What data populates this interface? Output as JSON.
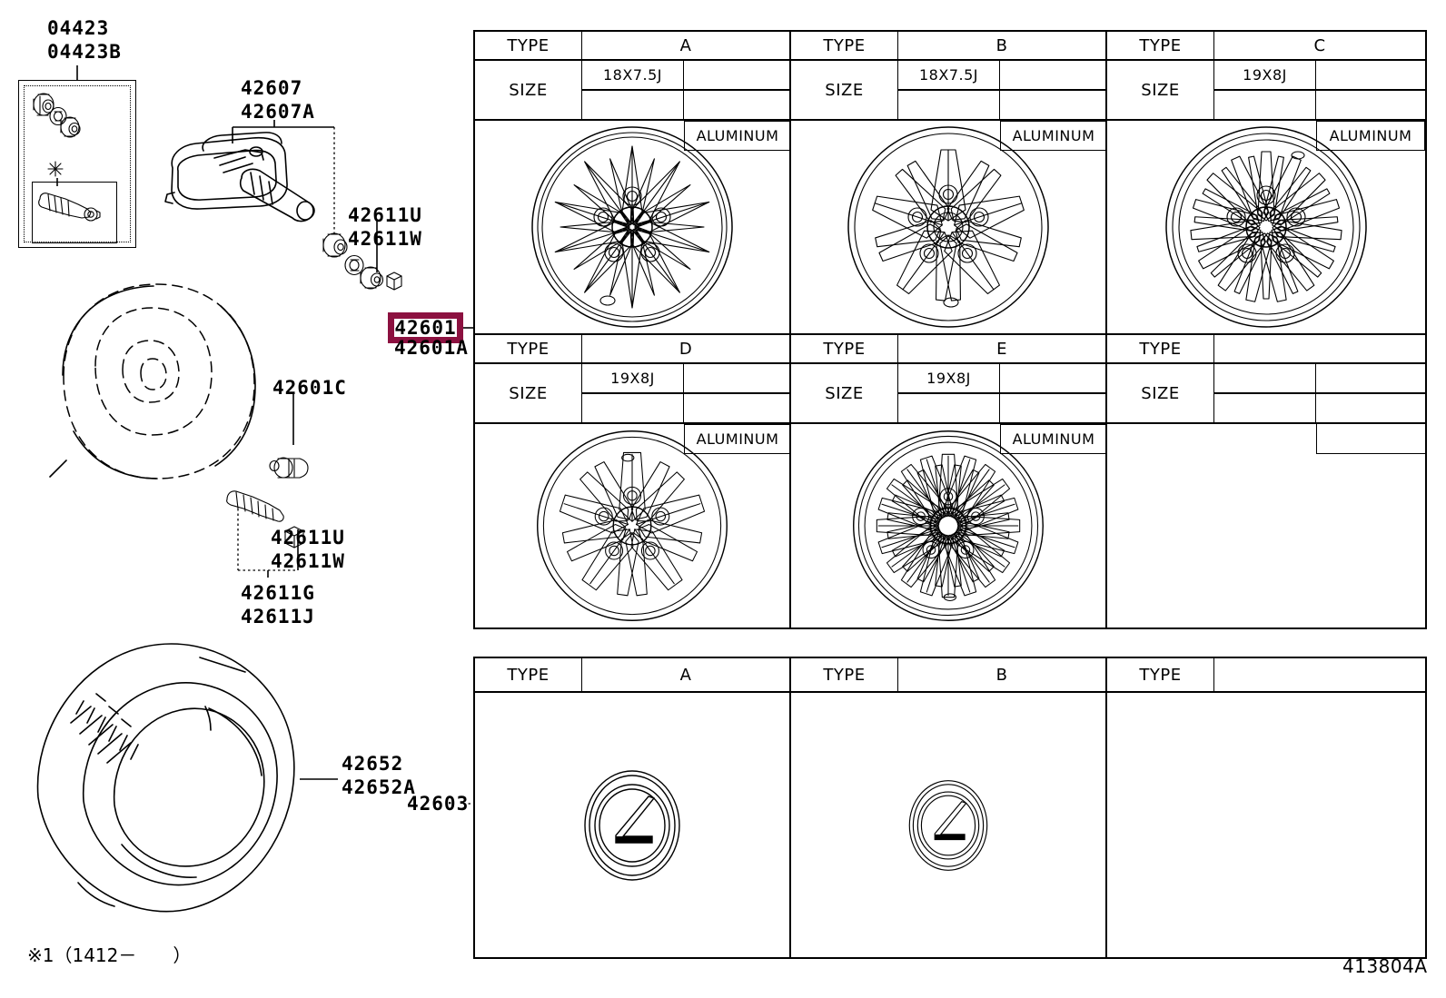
{
  "diagram": {
    "code": "413804A",
    "footnote": "※1（1412－　　）"
  },
  "part_labels": {
    "kit_top": "04423",
    "kit_bottom": "04423B",
    "note_mark": "※1",
    "sensor_top": "42607",
    "sensor_bottom": "42607A",
    "nut_upper_top": "42611U",
    "nut_upper_bottom": "42611W",
    "wheel_highlight": "42601",
    "wheel_sub": "42601A",
    "valve_cap": "42601C",
    "nut_lower_top": "42611U",
    "nut_lower_bottom": "42611W",
    "valve_top": "42611G",
    "valve_bottom": "42611J",
    "tire_top": "42652",
    "tire_bottom": "42652A",
    "cap_label": "42603"
  },
  "wheel_table": {
    "labels": {
      "type": "TYPE",
      "size": "SIZE",
      "material": "ALUMINUM"
    },
    "rows": [
      [
        {
          "type": "A",
          "size": "18X7.5J",
          "material": "ALUMINUM",
          "has_image": true
        },
        {
          "type": "B",
          "size": "18X7.5J",
          "material": "ALUMINUM",
          "has_image": true
        },
        {
          "type": "C",
          "size": "19X8J",
          "material": "ALUMINUM",
          "has_image": true
        }
      ],
      [
        {
          "type": "D",
          "size": "19X8J",
          "material": "ALUMINUM",
          "has_image": true
        },
        {
          "type": "E",
          "size": "19X8J",
          "material": "ALUMINUM",
          "has_image": true
        },
        {
          "type": "",
          "size": "",
          "material": "",
          "has_image": false
        }
      ]
    ]
  },
  "cap_table": {
    "labels": {
      "type": "TYPE"
    },
    "cells": [
      {
        "type": "A",
        "has_logo": true
      },
      {
        "type": "B",
        "has_logo": true
      },
      {
        "type": "",
        "has_logo": false
      }
    ]
  },
  "colors": {
    "highlight": "#8c1140",
    "line": "#000000",
    "background": "#ffffff"
  }
}
